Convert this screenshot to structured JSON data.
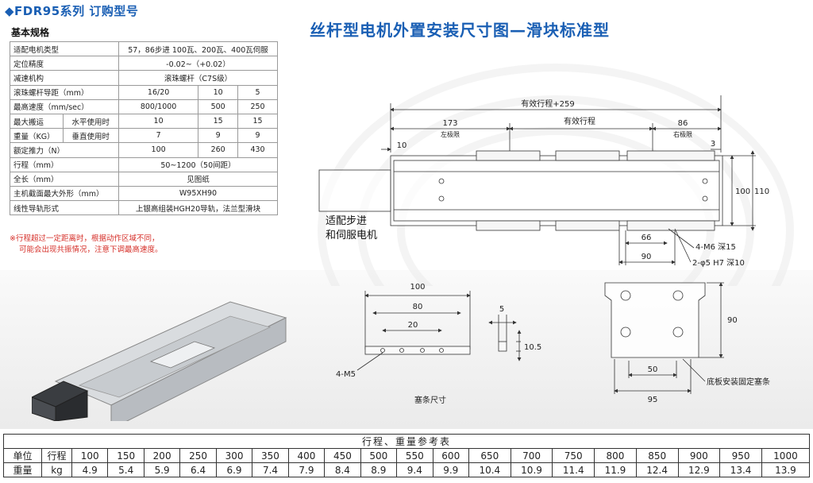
{
  "header": {
    "series_title": "◆FDR95系列 订购型号",
    "spec_heading": "基本规格",
    "main_title": "丝杆型电机外置安装尺寸图—滑块标准型"
  },
  "spec": {
    "motor_type": {
      "label": "适配电机类型",
      "value": "57，86步进 100瓦、200瓦、400瓦伺服"
    },
    "precision": {
      "label": "定位精度",
      "value": "-0.02~（+0.02）"
    },
    "reducer": {
      "label": "减速机构",
      "value": "滚珠螺杆（C7S级）"
    },
    "lead": {
      "label": "滚珠螺杆导距（mm）",
      "values": [
        "16/20",
        "10",
        "5"
      ]
    },
    "speed": {
      "label": "最高速度（mm/sec）",
      "values": [
        "800/1000",
        "500",
        "250"
      ]
    },
    "load_label_top": "最大搬运",
    "load_label_bottom": "重量（KG）",
    "horizontal": {
      "label": "水平使用时",
      "values": [
        "10",
        "15",
        "15"
      ]
    },
    "vertical": {
      "label": "垂直使用时",
      "values": [
        "7",
        "9",
        "9"
      ]
    },
    "thrust": {
      "label": "额定推力（N）",
      "values": [
        "100",
        "260",
        "430"
      ]
    },
    "stroke": {
      "label": "行程（mm）",
      "value": "50~1200（50间距）"
    },
    "length": {
      "label": "全长（mm）",
      "value": "见图纸"
    },
    "section": {
      "label": "主机截面最大外形（mm）",
      "value": "W95XH90"
    },
    "guide": {
      "label": "线性导轨形式",
      "value": "上银高组装HGH20导轨，法兰型滑块"
    }
  },
  "note": {
    "line1": "※行程超过一定距离时，根据动作区域不同，",
    "line2": "可能会出现共振情况，注意下调最高速度。"
  },
  "drawing": {
    "effective_plus": "有效行程+259",
    "d173": "173",
    "left_limit": "左极限",
    "effective": "有效行程",
    "d86": "86",
    "right_limit": "右极限",
    "d10": "10",
    "d3": "3",
    "d100": "100",
    "d110": "110",
    "motor_label_1": "适配步进",
    "motor_label_2": "和伺服电机",
    "d66": "66",
    "d90": "90",
    "m6": "4-M6 深15",
    "phi5": "2-φ5 H7 深10",
    "plate_100": "100",
    "plate_80": "80",
    "plate_20": "20",
    "plate_m5": "4-M5",
    "plate_5": "5",
    "plate_105": "10.5",
    "plate_caption": "塞条尺寸",
    "sec_90": "90",
    "sec_50": "50",
    "sec_95": "95",
    "sec_label": "底板安装固定塞条"
  },
  "ref_table": {
    "caption": "行程、重量参考表",
    "row1_label": "单位",
    "row1_unit": "行程",
    "row2_label": "重量",
    "row2_unit": "kg",
    "strokes": [
      "100",
      "150",
      "200",
      "250",
      "300",
      "350",
      "400",
      "450",
      "500",
      "550",
      "600",
      "650",
      "700",
      "750",
      "800",
      "850",
      "900",
      "950",
      "1000"
    ],
    "weights": [
      "4.9",
      "5.4",
      "5.9",
      "6.4",
      "6.9",
      "7.4",
      "7.9",
      "8.4",
      "8.9",
      "9.4",
      "9.9",
      "10.4",
      "10.9",
      "11.4",
      "11.9",
      "12.4",
      "12.9",
      "13.4",
      "13.9"
    ]
  },
  "colors": {
    "accent": "#1a5fb4",
    "warning": "#d6302a"
  }
}
